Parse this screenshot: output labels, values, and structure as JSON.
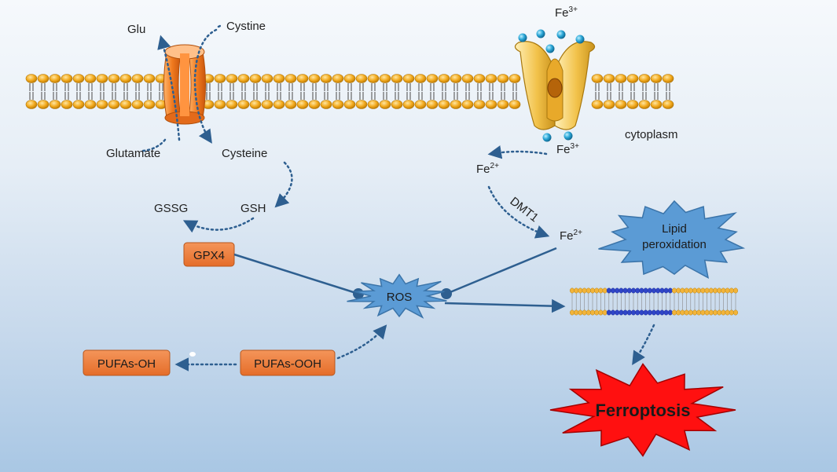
{
  "transporter": {
    "out_left": "Glu",
    "out_right": "Cystine",
    "in_left": "Glutamate",
    "in_right": "Cysteine"
  },
  "iron": {
    "fe_base": "Fe",
    "fe3_sup": "3+",
    "fe2_sup": "2+",
    "dmt1": "DMT1"
  },
  "cytoplasm": "cytoplasm",
  "gssg": "GSSG",
  "gsh": "GSH",
  "gpx4": "GPX4",
  "ros": "ROS",
  "pufas_oh": "PUFAs-OH",
  "pufas_ooh": "PUFAs-OOH",
  "lipid_peroxidation": [
    "Lipid",
    "peroxidation"
  ],
  "ferroptosis": "Ferroptosis",
  "colors": {
    "membrane_head": "#f2a91c",
    "transporter": "#f07a1f",
    "ferroportin": "#f2c24a",
    "ion": "#2aa6d6",
    "box_fill": "#ee7d3b",
    "star_blue": "#5b9bd5",
    "star_red": "#ff1010",
    "lipid_blue": "#2f45c8",
    "arrow": "#2e5f90"
  }
}
